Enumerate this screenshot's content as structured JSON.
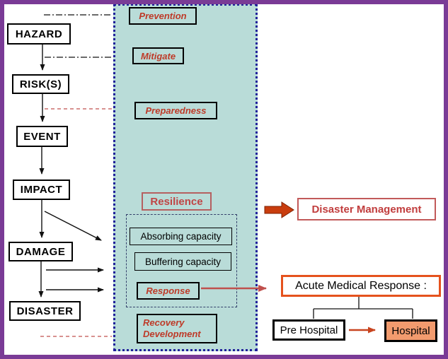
{
  "flow": {
    "hazard": "HAZARD",
    "risks": "RISK(S)",
    "event": "EVENT",
    "impact": "IMPACT",
    "damage": "DAMAGE",
    "disaster": "DISASTER"
  },
  "panel": {
    "prevention": "Prevention",
    "mitigate": "Mitigate",
    "preparedness": "Preparedness",
    "resilience": "Resilience",
    "absorbing": "Absorbing capacity",
    "buffering": "Buffering capacity",
    "response": "Response",
    "recovery_line1": "Recovery",
    "recovery_line2": "Development"
  },
  "right": {
    "disaster_management": "Disaster Management",
    "acute_medical_response": "Acute Medical Response :",
    "pre_hospital": "Pre Hospital",
    "hospital": "Hospital"
  },
  "colors": {
    "frame_purple": "#7A3B96",
    "panel_fill": "#B9DCD8",
    "panel_border_navy": "#20209A",
    "phase_text_red": "#BE3A28",
    "resilience_red": "#C04545",
    "disaster_management_red": "#C13D3D",
    "acute_border_orange": "#E5521D",
    "hospital_fill_salmon": "#F29B6E",
    "arrow_salmon": "#C0504D",
    "arrow_orange": "#C8441F",
    "block_arrow_fill": "#C93D0E"
  }
}
